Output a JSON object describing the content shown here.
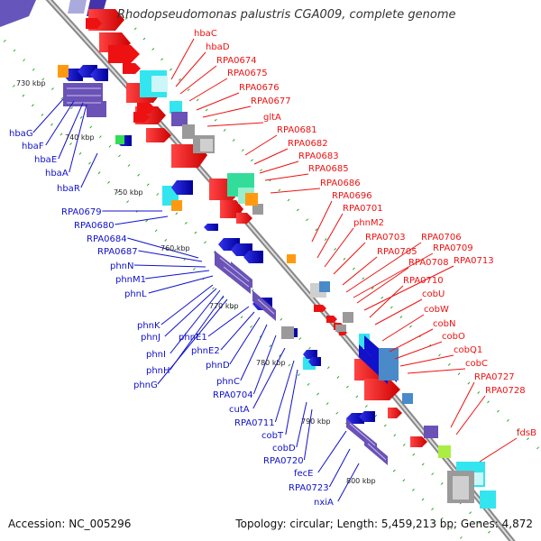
{
  "title": "Rhodopseudomonas palustris CGA009, complete genome",
  "footer": {
    "accession": "Accession: NC_005296",
    "topology": "Topology: circular; Length: 5,459,213 bp; Genes: 4,872"
  },
  "colors": {
    "forward": "#ee1111",
    "reverse": "#1111cc",
    "cyan": "#33e5ee",
    "purple": "#7a5fc0",
    "gray": "#9a9a9a",
    "orange": "#ff9a10",
    "green": "#33dd55",
    "teal": "#33dd99",
    "lime": "#aaee44",
    "steel": "#4a8ac8",
    "backbone": "#888888",
    "tick": "#22aa22"
  },
  "kbp_marks": [
    "730 kbp",
    "740 kbp",
    "750 kbp",
    "760 kbp",
    "770 kbp",
    "780 kbp",
    "790 kbp",
    "800 kbp"
  ],
  "right_labels": [
    "hbaC",
    "hbaD",
    "RPA0674",
    "RPA0675",
    "RPA0676",
    "RPA0677",
    "gltA",
    "RPA0681",
    "RPA0682",
    "RPA0683",
    "RPA0685",
    "RPA0686",
    "RPA0696",
    "RPA0701",
    "phnM2",
    "RPA0703",
    "RPA0705",
    "RPA0706",
    "RPA0709",
    "RPA0708",
    "RPA0713",
    "RPA0710",
    "cobU",
    "cobW",
    "cobN",
    "cobO",
    "cobQ1",
    "cobC",
    "RPA0727",
    "RPA0728",
    "fdsB"
  ],
  "left_labels": [
    "hbaG",
    "hbaF",
    "hbaE",
    "hbaA",
    "hbaR",
    "RPA0679",
    "RPA0680",
    "RPA0684",
    "RPA0687",
    "phnN",
    "phnM1",
    "phnL",
    "phnK",
    "phnJ",
    "phnI",
    "phnH",
    "phnG",
    "phnE1",
    "phnE2",
    "phnD",
    "phnC",
    "RPA0704",
    "cutA",
    "RPA0711",
    "cobT",
    "cobD",
    "RPA0720",
    "fecE",
    "RPA0723",
    "nxiA"
  ]
}
